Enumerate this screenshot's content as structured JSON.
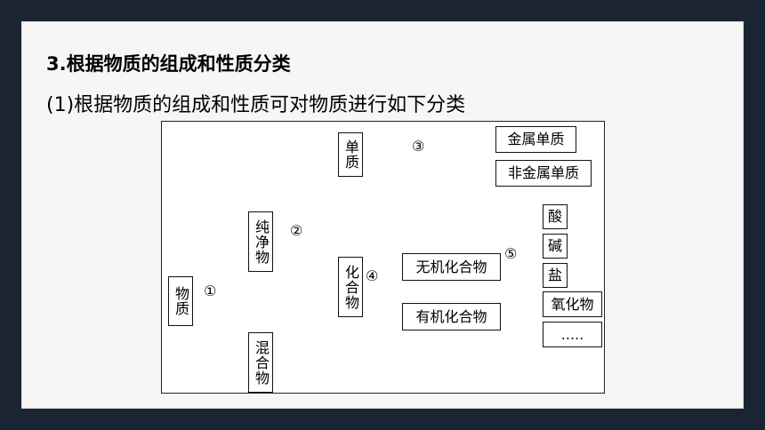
{
  "heading": "3.根据物质的组成和性质分类",
  "subheading": "(1)根据物质的组成和性质可对物质进行如下分类",
  "diagram": {
    "nodes": {
      "substance": "物质",
      "pure": "纯净物",
      "mixture": "混合物",
      "element": "单质",
      "compound": "化合物",
      "metal_element": "金属单质",
      "nonmetal_element": "非金属单质",
      "inorganic": "无机化合物",
      "organic": "有机化合物",
      "acid": "酸",
      "base": "碱",
      "salt": "盐",
      "oxide": "氧化物",
      "etc": "....."
    },
    "markers": {
      "m1": "①",
      "m2": "②",
      "m3": "③",
      "m4": "④",
      "m5": "⑤"
    }
  }
}
